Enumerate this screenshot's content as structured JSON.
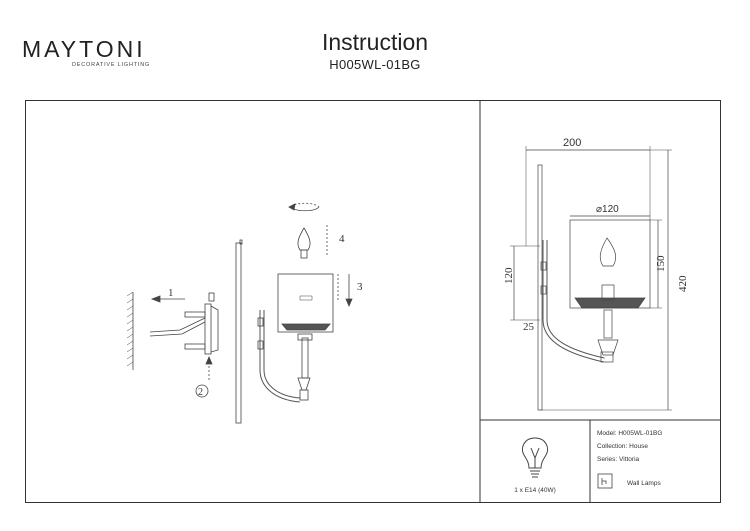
{
  "brand": {
    "logo_text": "MAYTONI",
    "tagline": "DECORATIVE LIGHTING"
  },
  "header": {
    "title": "Instruction",
    "model_code": "H005WL-01BG"
  },
  "install_steps": {
    "step1": "1",
    "step2": "2",
    "step3": "3",
    "step4": "4"
  },
  "dimensions": {
    "width": "200",
    "shade_diameter": "⌀120",
    "backplate": "120",
    "shade_height": "150",
    "total_height": "420",
    "depth": "25"
  },
  "bulb": {
    "label": "1 x E14 (40W)"
  },
  "info": {
    "model": "Model: H005WL-01BG",
    "collection": "Collection: House",
    "series": "Series: Vittoria",
    "category": "Wall Lamps"
  },
  "colors": {
    "line": "#333333",
    "frame": "#333333"
  }
}
